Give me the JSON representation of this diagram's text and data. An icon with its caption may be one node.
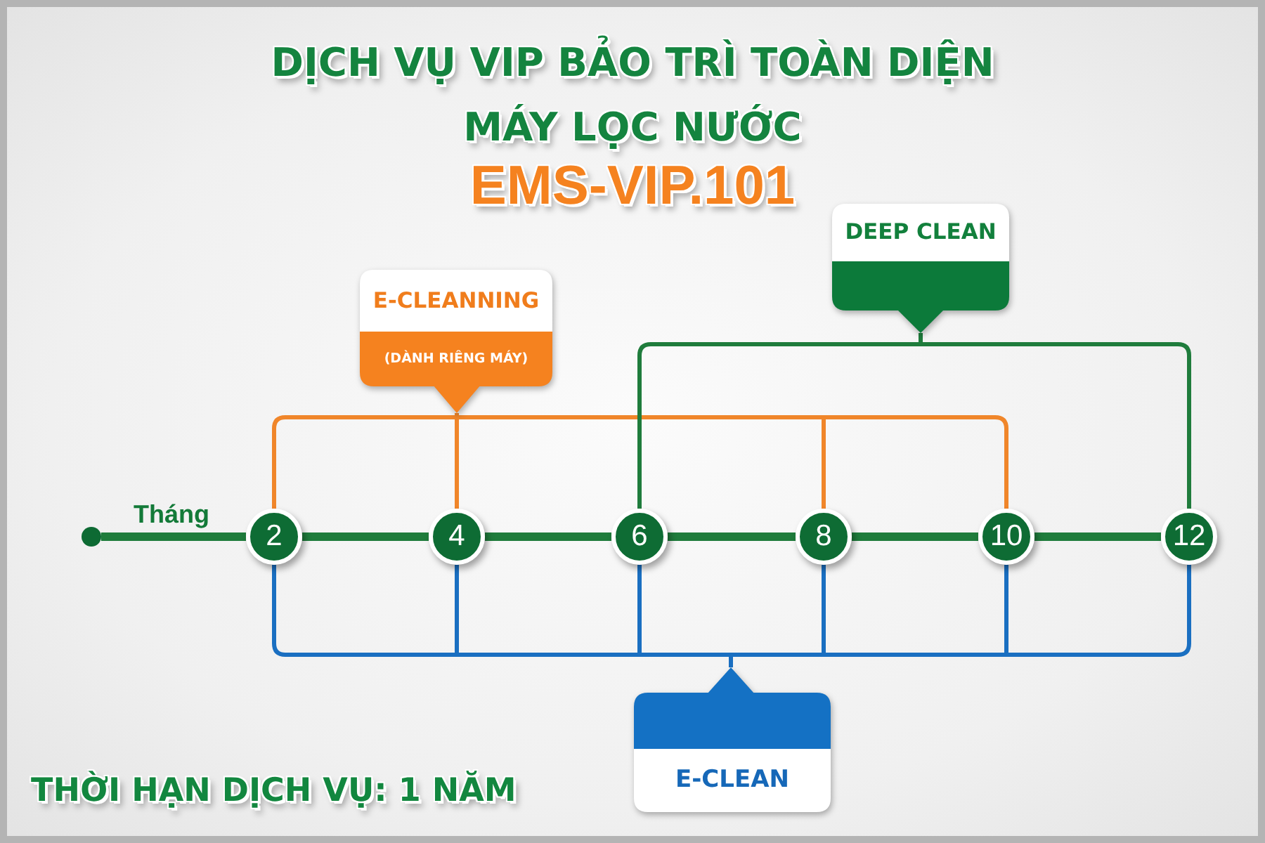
{
  "diagram": {
    "title": "DỊCH VỤ VIP BẢO TRÌ TOÀN DIỆN MÁY LỌC NƯỚC",
    "nodes": [
      {
        "text": [
          "DEEP CLEAN"
        ]
      },
      {
        "text": [
          "E-CLEANNING",
          "(DÀNH RIÊNG MÁY)"
        ]
      },
      {
        "text": [],
        "shape": "circle"
      },
      {
        "text": [
          "2"
        ]
      },
      {
        "text": [
          "4"
        ]
      },
      {
        "text": [
          "6"
        ]
      },
      {
        "text": [
          "8"
        ]
      },
      {
        "text": [
          "10"
        ]
      },
      {
        "text": [
          "12"
        ]
      },
      {
        "text": [
          "E-CLEAN"
        ]
      }
    ],
    "edges": [
      {
        "from": 2,
        "to": 3,
        "arrow": "none",
        "style": "thick"
      },
      {
        "from": 3,
        "to": 4,
        "arrow": "none",
        "style": "thick"
      },
      {
        "from": 4,
        "to": 5,
        "arrow": "none",
        "style": "thick"
      },
      {
        "from": 5,
        "to": 6,
        "arrow": "none",
        "style": "thick"
      },
      {
        "from": 6,
        "to": 7,
        "arrow": "none",
        "style": "thick"
      },
      {
        "from": 7,
        "to": 8,
        "arrow": "none",
        "style": "thick"
      },
      {
        "from": 1,
        "to": 3,
        "arrow": "none",
        "color": "#f0862a"
      },
      {
        "from": 1,
        "to": 4,
        "arrow": "none",
        "color": "#f0862a"
      },
      {
        "from": 1,
        "to": 6,
        "arrow": "none",
        "color": "#f0862a"
      },
      {
        "from": 1,
        "to": 7,
        "arrow": "none",
        "color": "#f0862a"
      },
      {
        "from": 0,
        "to": 5,
        "arrow": "none"
      },
      {
        "from": 0,
        "to": 8,
        "arrow": "none"
      },
      {
        "from": 9,
        "to": 3,
        "arrow": "none",
        "color": "#1a6fc1"
      },
      {
        "from": 9,
        "to": 4,
        "arrow": "none",
        "color": "#1a6fc1"
      },
      {
        "from": 9,
        "to": 5,
        "arrow": "none",
        "color": "#1a6fc1"
      },
      {
        "from": 9,
        "to": 6,
        "arrow": "none",
        "color": "#1a6fc1"
      },
      {
        "from": 9,
        "to": 7,
        "arrow": "none",
        "color": "#1a6fc1"
      },
      {
        "from": 9,
        "to": 8,
        "arrow": "none",
        "color": "#1a6fc1"
      }
    ],
    "labels": [
      "EMS-VIP.101",
      "Tháng",
      "THỜI HẠN DỊCH VỤ: 1 NĂM"
    ]
  }
}
